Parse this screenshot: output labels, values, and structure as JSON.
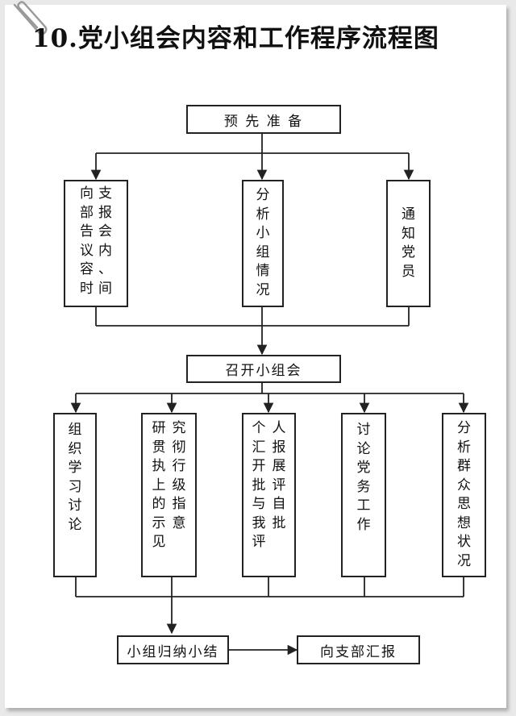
{
  "title": "10.党小组会内容和工作程序流程图",
  "nodes": {
    "prepare": "预 先 准 备",
    "notify_branch": "向支部报告会议内容、时间",
    "analyze_group": "分析小组情况",
    "notify_members": "通知党员",
    "convene": "召开小组会",
    "organize_study": "组织学习讨论",
    "research_col1": "研贯执上的示见",
    "research_col2": "究彻行级指意",
    "report_col1": "个汇开批与我评",
    "report_col2": "人报展评自批",
    "discuss_party": "讨论党务工作",
    "analyze_masses": "分析群众思想状况",
    "summary": "小组归纳小结",
    "report_branch": "向支部汇报"
  },
  "colors": {
    "line": "#222222",
    "page": "#ffffff",
    "backdrop": "#e9e9e9"
  }
}
